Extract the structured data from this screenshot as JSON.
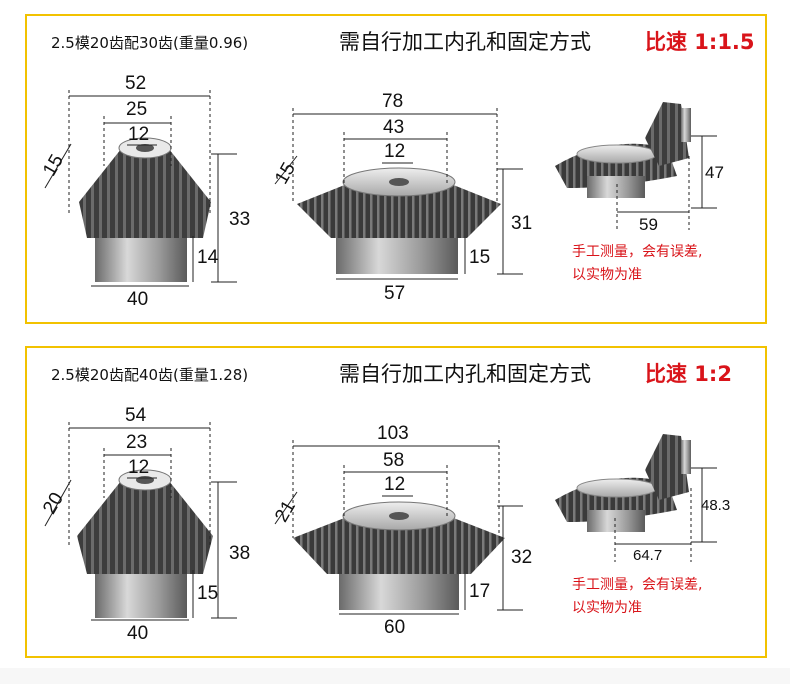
{
  "panels": [
    {
      "spec": "2.5模20齿配30齿(重量0.96)",
      "hint": "需自行加工内孔和固定方式",
      "speed": "比速  1:1.5",
      "small_gear": {
        "outer": "52",
        "mid": "25",
        "bore": "12",
        "tooth": "15",
        "height": "33",
        "hub_h": "14",
        "hub_d": "40"
      },
      "large_gear": {
        "outer": "78",
        "mid": "43",
        "bore": "12",
        "tooth": "15",
        "height": "31",
        "hub_h": "15",
        "hub_d": "57"
      },
      "mesh": {
        "height": "47",
        "width": "59"
      },
      "note_line1": "手工测量，会有误差,",
      "note_line2": "以实物为准"
    },
    {
      "spec": "2.5模20齿配40齿(重量1.28)",
      "hint": "需自行加工内孔和固定方式",
      "speed": "比速  1:2",
      "small_gear": {
        "outer": "54",
        "mid": "23",
        "bore": "12",
        "tooth": "20",
        "height": "38",
        "hub_h": "15",
        "hub_d": "40"
      },
      "large_gear": {
        "outer": "103",
        "mid": "58",
        "bore": "12",
        "tooth": "21",
        "height": "32",
        "hub_h": "17",
        "hub_d": "60"
      },
      "mesh": {
        "height": "48.3",
        "width": "64.7"
      },
      "note_line1": "手工测量，会有误差,",
      "note_line2": "以实物为准"
    }
  ],
  "colors": {
    "border": "#f2c200",
    "accent": "#d9141a",
    "metal_dark": "#3a3a3a",
    "metal_light": "#cfcfcf"
  }
}
